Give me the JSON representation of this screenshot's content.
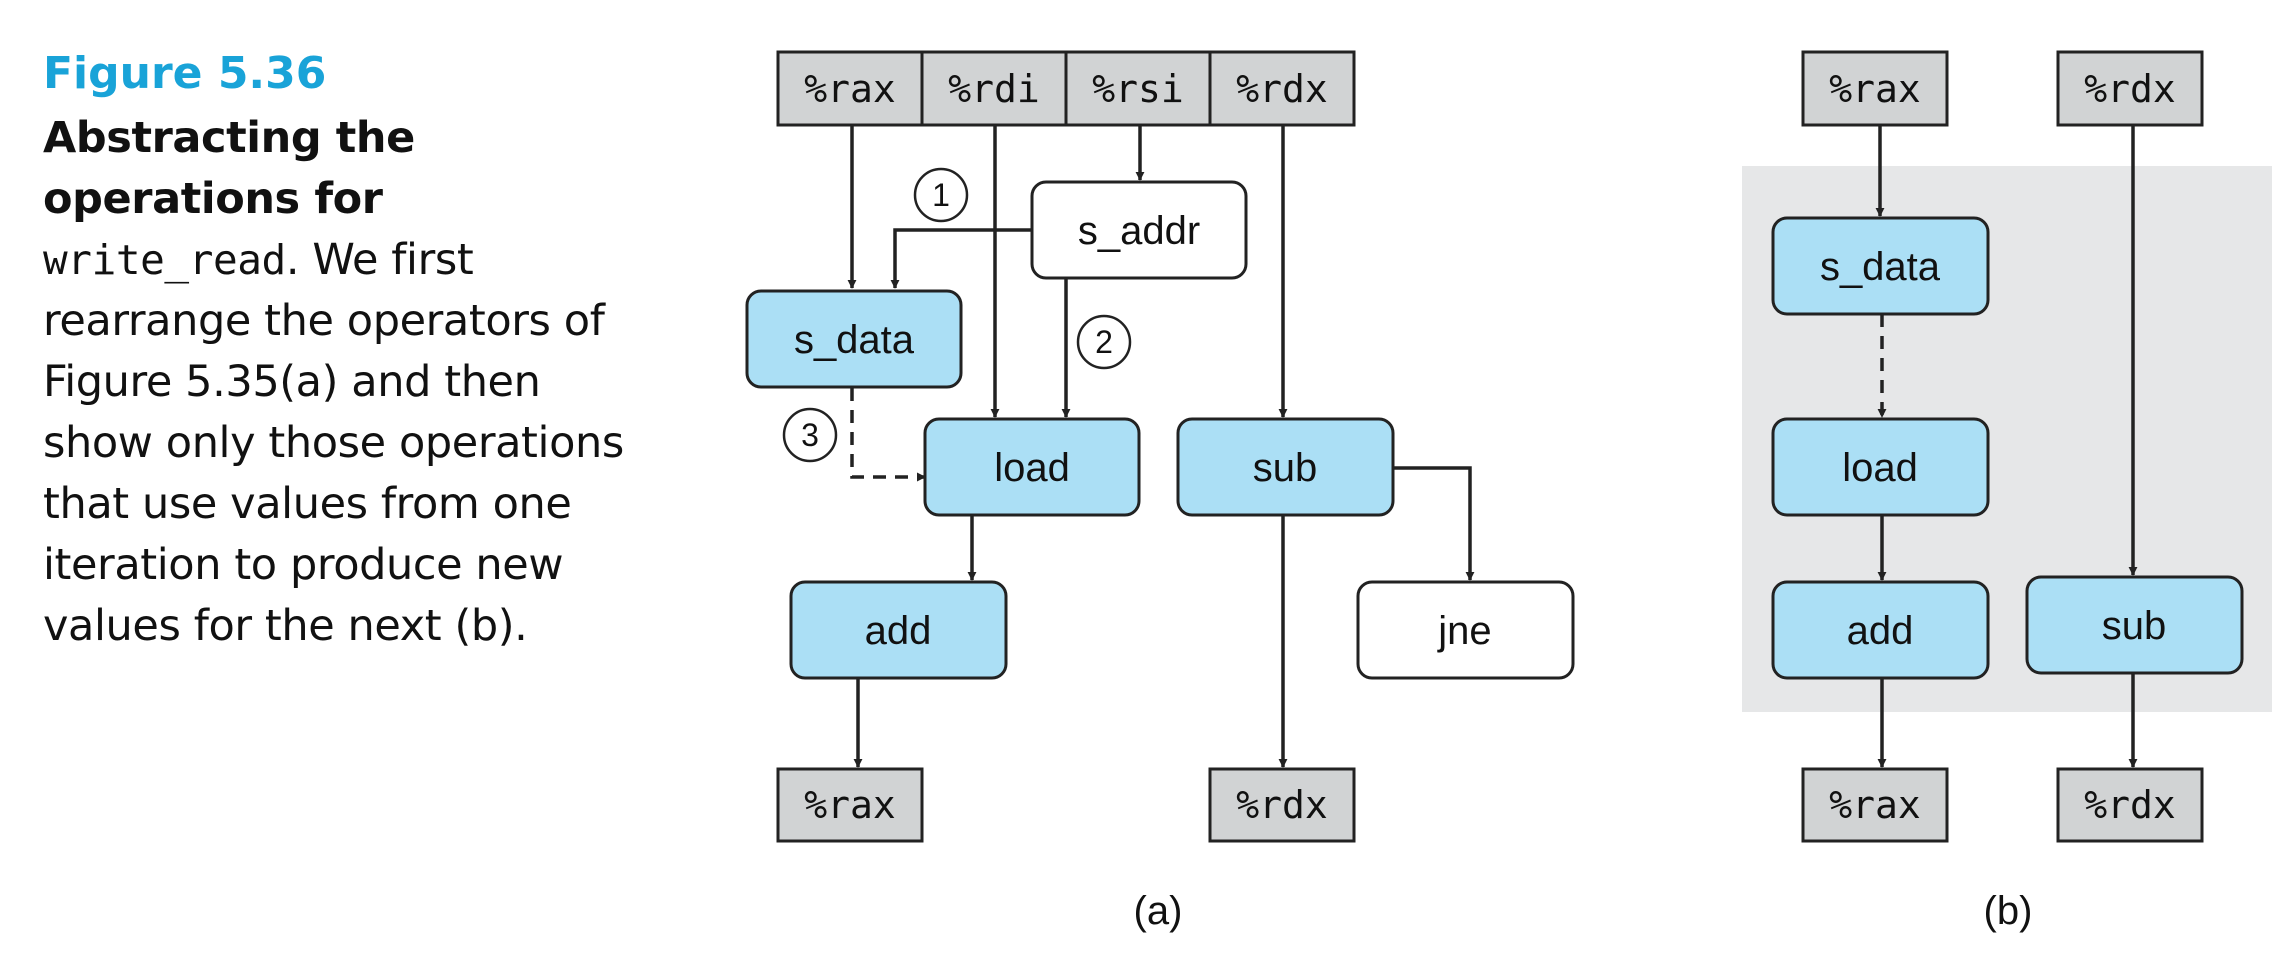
{
  "caption": {
    "figure_number": "Figure 5.36",
    "bold_part": "Abstracting the operations for ",
    "code_part": "write_read",
    "rest": ". We first rearrange the operators of Figure 5.35(a) and then show only those operations that use values from one iteration to produce new values for the next (b)."
  },
  "diagram_a": {
    "label": "(a)",
    "registers_top": [
      "%rax",
      "%rdi",
      "%rsi",
      "%rdx"
    ],
    "registers_bottom": [
      "%rax",
      "%rdx"
    ],
    "ops": {
      "s_addr": "s_addr",
      "s_data": "s_data",
      "load": "load",
      "sub": "sub",
      "add": "add",
      "jne": "jne"
    },
    "markers": [
      "1",
      "2",
      "3"
    ]
  },
  "diagram_b": {
    "label": "(b)",
    "registers_top": [
      "%rax",
      "%rdx"
    ],
    "registers_bottom": [
      "%rax",
      "%rdx"
    ],
    "ops": {
      "s_data": "s_data",
      "load": "load",
      "add": "add",
      "sub": "sub"
    }
  },
  "colors": {
    "figure_number": "#19a3d8",
    "register_fill": "#d1d3d4",
    "op_fill": "#abdff5",
    "plain_fill": "#ffffff",
    "loop_background": "#e6e7e8",
    "line": "#222222"
  }
}
